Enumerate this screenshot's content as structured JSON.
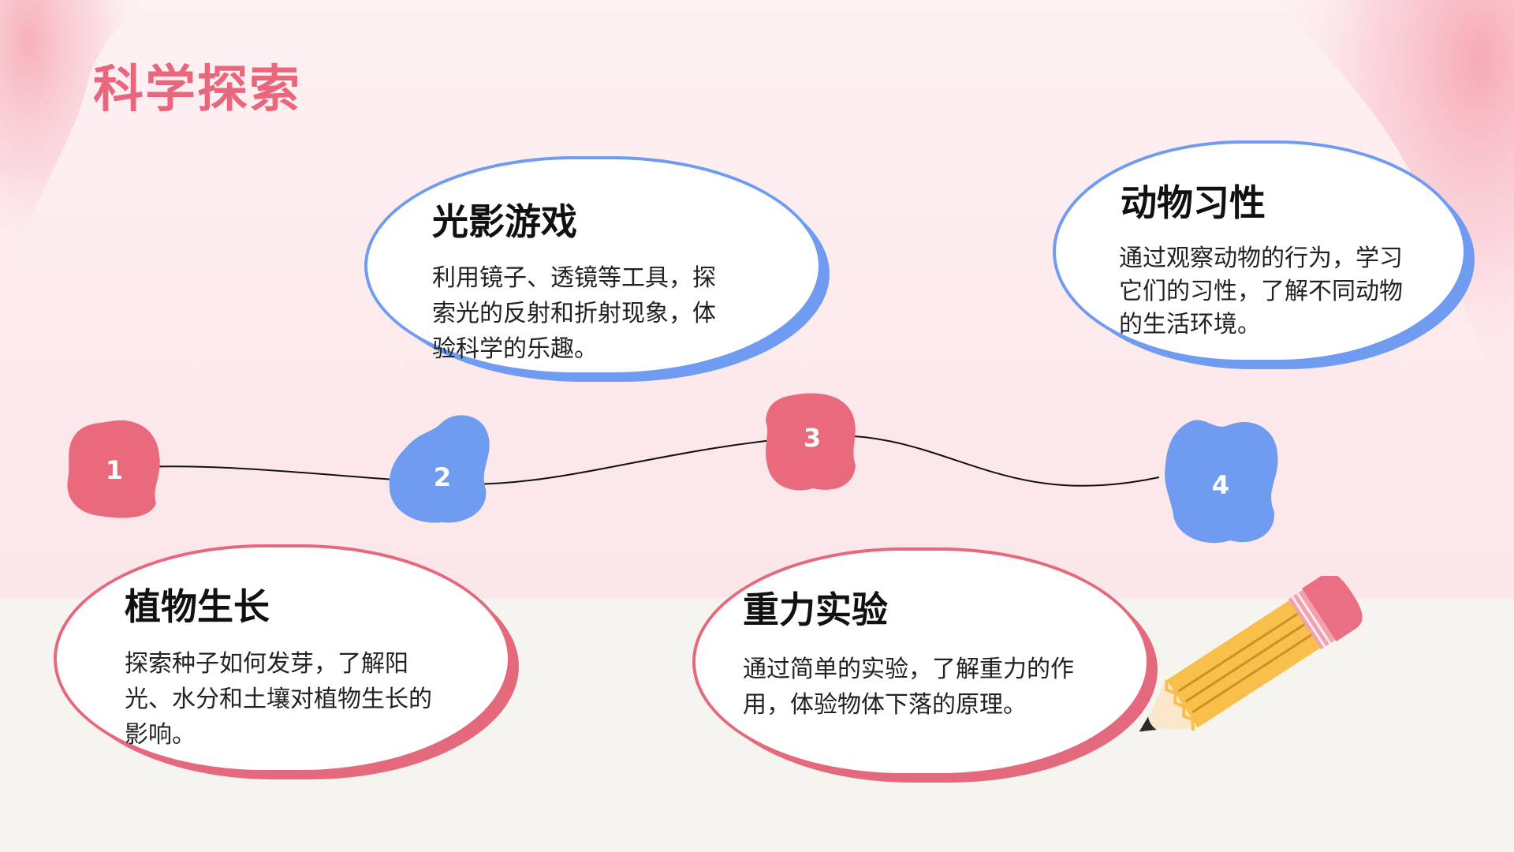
{
  "page": {
    "title": "科学探索"
  },
  "colors": {
    "accent_pink": "#e8677d",
    "blob_pink": "#e86a7c",
    "blob_blue": "#6f9cf1",
    "pencil_body": "#f8c04a",
    "pencil_eraser": "#ea6f84"
  },
  "cards": [
    {
      "title": "光影游戏",
      "description": "利用镜子、透镜等工具，探索光的反射和折射现象，体验科学的乐趣。"
    },
    {
      "title": "动物习性",
      "description": "通过观察动物的行为，学习它们的习性，了解不同动物的生活环境。"
    },
    {
      "title": "植物生长",
      "description": "探索种子如何发芽，了解阳光、水分和土壤对植物生长的影响。"
    },
    {
      "title": "重力实验",
      "description": "通过简单的实验，了解重力的作用，体验物体下落的原理。"
    }
  ],
  "markers": [
    "1",
    "2",
    "3",
    "4"
  ],
  "decorations": {
    "pencil": "pencil-icon"
  }
}
